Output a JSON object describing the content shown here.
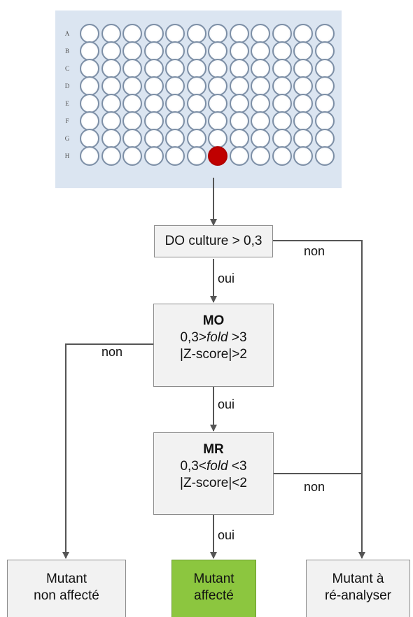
{
  "plate": {
    "rows": [
      "A",
      "B",
      "C",
      "D",
      "E",
      "F",
      "G",
      "H"
    ],
    "columns": 12,
    "highlighted_well": {
      "row": "H",
      "column": 7
    },
    "highlight_color": "#c00000",
    "background_color": "#dbe5f1"
  },
  "nodes": {
    "do_culture": {
      "text": "DO culture > 0,3"
    },
    "mo": {
      "title": "MO",
      "line2_pre": "0,3>",
      "line2_em": "fold",
      "line2_post": " >3",
      "line3": "|Z-score|>2"
    },
    "mr": {
      "title": "MR",
      "line2_pre": "0,3<",
      "line2_em": "fold",
      "line2_post": " <3",
      "line3": "|Z-score|<2"
    },
    "mutant_non_affecte": {
      "line1": "Mutant",
      "line2": "non affecté"
    },
    "mutant_affecte": {
      "line1": "Mutant",
      "line2": "affecté",
      "color": "#8cc63f"
    },
    "mutant_reanalyser": {
      "line1": "Mutant à",
      "line2": "ré-analyser"
    }
  },
  "edge_labels": {
    "do_non": "non",
    "do_oui": "oui",
    "mo_non": "non",
    "mo_oui": "oui",
    "mr_non": "non",
    "mr_oui": "oui"
  }
}
